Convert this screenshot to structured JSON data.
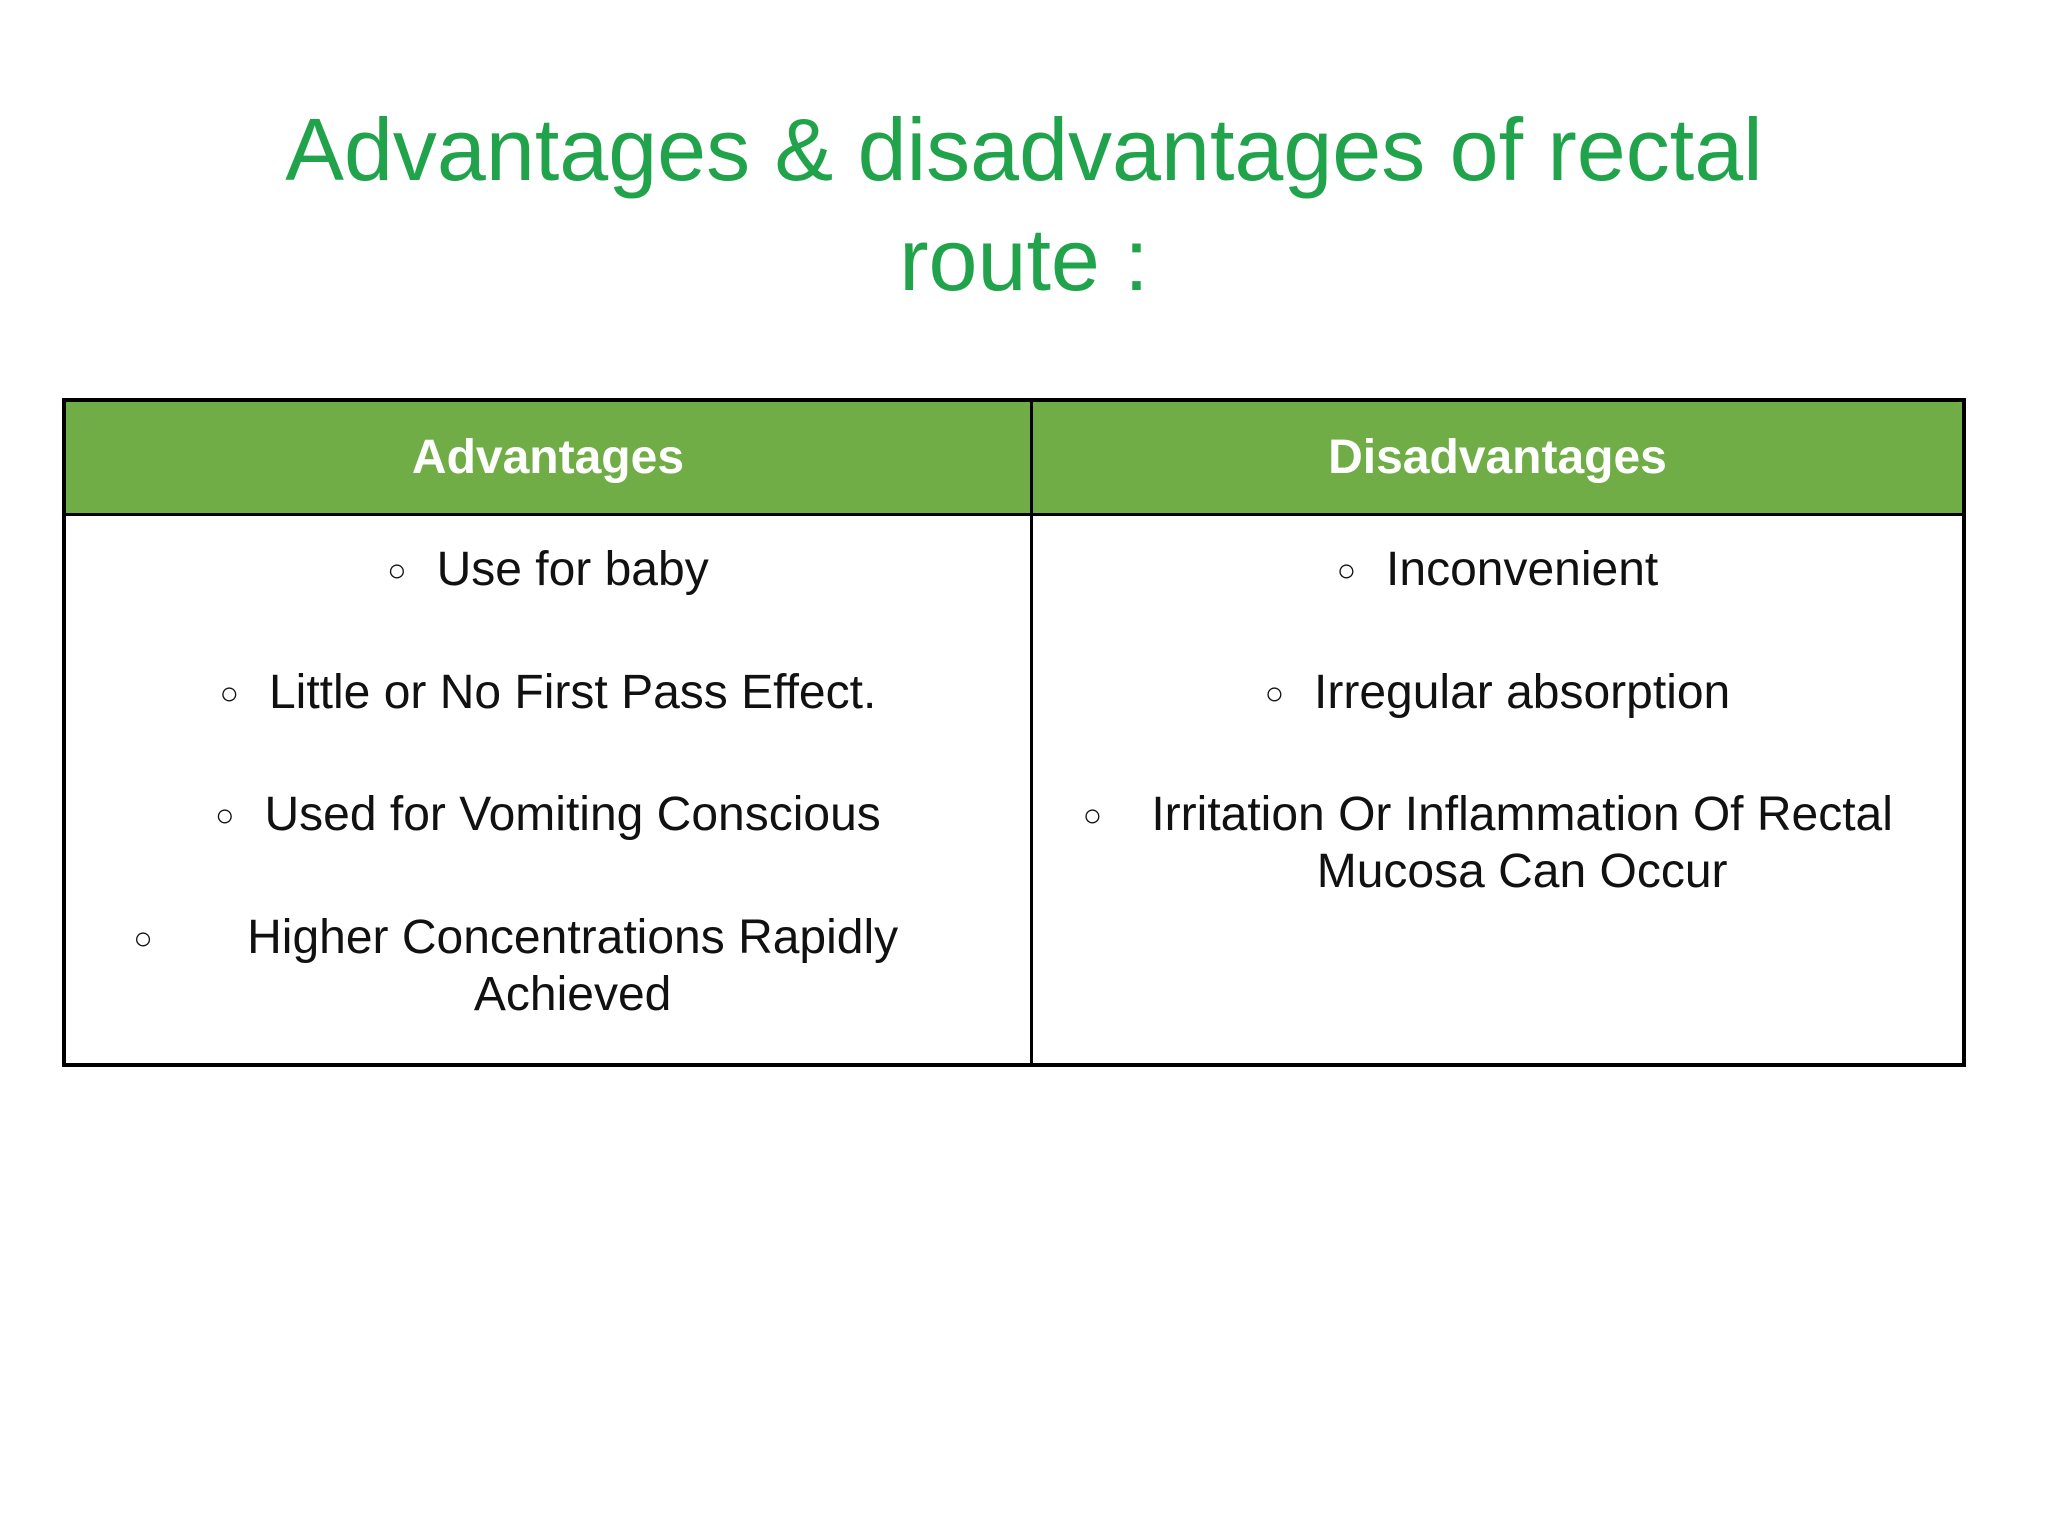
{
  "colors": {
    "title": "#21a34c",
    "header_bg": "#70ad47",
    "header_text": "#ffffff",
    "border": "#000000",
    "body_text": "#111111"
  },
  "slide": {
    "title_line1": "Advantages & disadvantages of rectal",
    "title_line2": "route :"
  },
  "table": {
    "bullet_char": "○",
    "columns": [
      {
        "header": "Advantages",
        "items": [
          "Use for baby",
          "Little or No First Pass Effect.",
          "Used for Vomiting Conscious",
          "Higher Concentrations Rapidly Achieved"
        ]
      },
      {
        "header": "Disadvantages",
        "items": [
          "Inconvenient",
          "Irregular absorption",
          "Irritation Or Inflammation Of Rectal Mucosa Can Occur"
        ]
      }
    ]
  }
}
